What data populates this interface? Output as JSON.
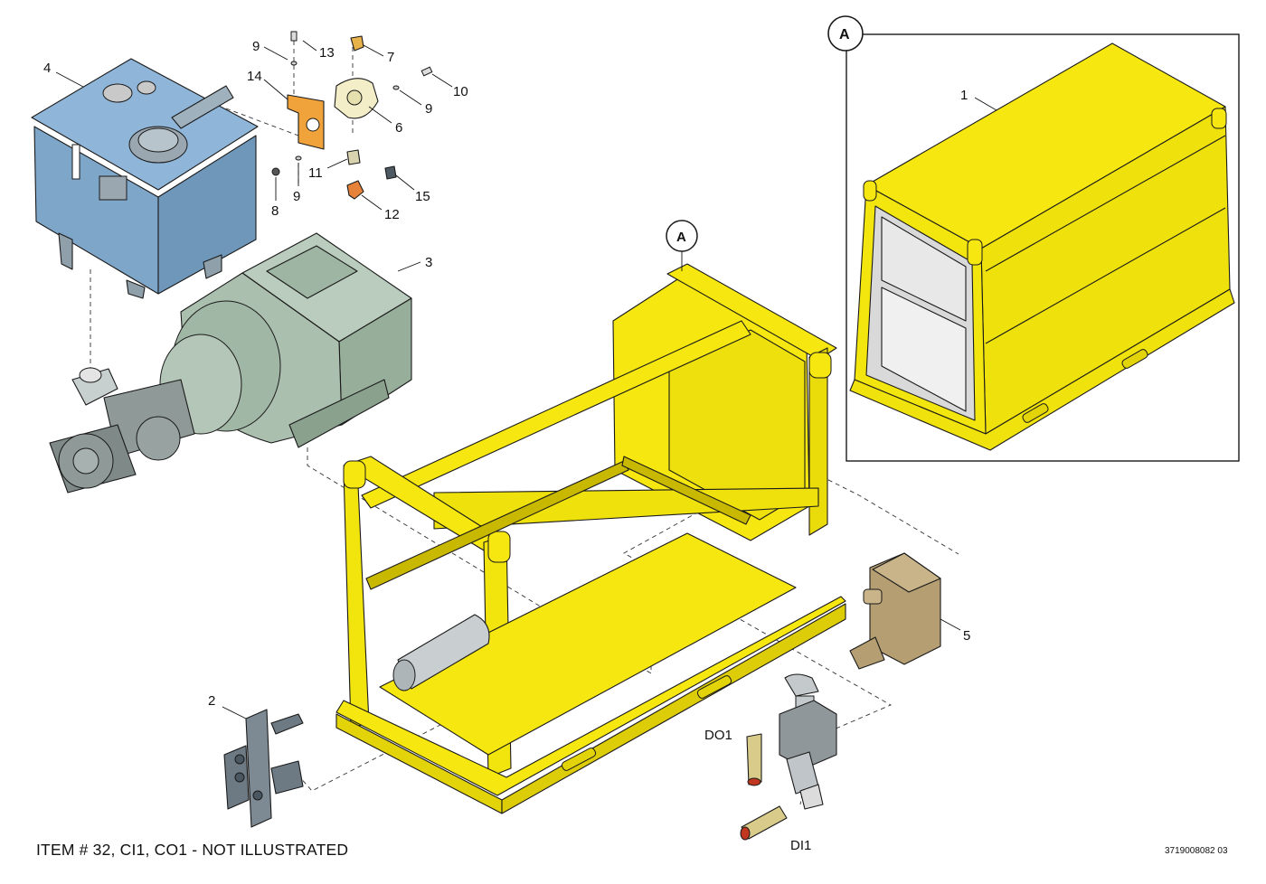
{
  "callouts": {
    "c1": "1",
    "c2": "2",
    "c3": "3",
    "c4": "4",
    "c5": "5",
    "c6": "6",
    "c7": "7",
    "c8": "8",
    "c9a": "9",
    "c9b": "9",
    "c9c": "9",
    "c10": "10",
    "c11": "11",
    "c12": "12",
    "c13": "13",
    "c14": "14",
    "c15": "15",
    "do1": "DO1",
    "di1": "DI1"
  },
  "detail_views": {
    "detail_a_label": "A",
    "frame_a_label": "A"
  },
  "notes": {
    "footer": "ITEM # 32, CI1, CO1 - NOT ILLUSTRATED",
    "drawing_number": "3719008082 03"
  },
  "colors": {
    "frame_yellow": "#f5e70f",
    "tank_blue": "#7ea6c9",
    "motor_green": "#aabfae",
    "pump_gray": "#8f9a98",
    "bracket_orange": "#f0a33a",
    "heat_exchanger": "#b59f72",
    "hose_tan": "#d9cc8a",
    "manifold_gray": "#7d8a94"
  }
}
